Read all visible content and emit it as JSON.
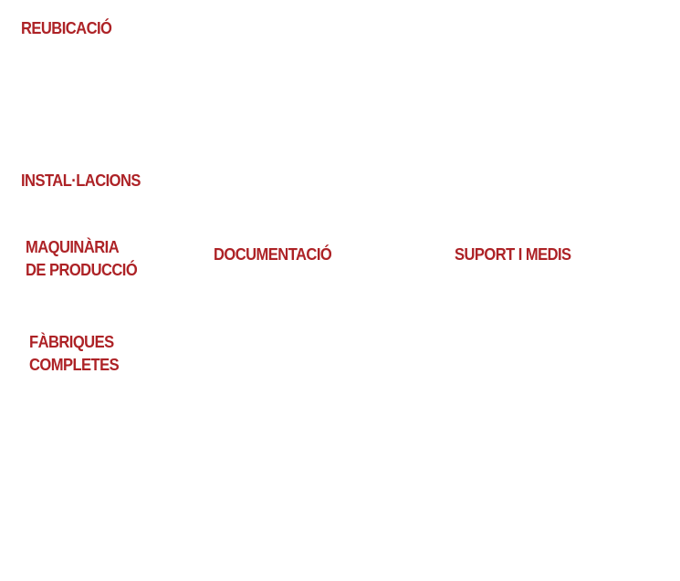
{
  "accent_color": "#ad2226",
  "labels": {
    "reubicacio": "REUBICACIÓ",
    "installacions": "INSTAL·LACIONS",
    "maquinaria": [
      "MAQUINÀRIA",
      "DE PRODUCCIÓ"
    ],
    "documentacio": "DOCUMENTACIÓ",
    "suport": "SUPORT I MEDIS",
    "fabriques": [
      "FÀBRIQUES",
      "COMPLETES"
    ]
  }
}
